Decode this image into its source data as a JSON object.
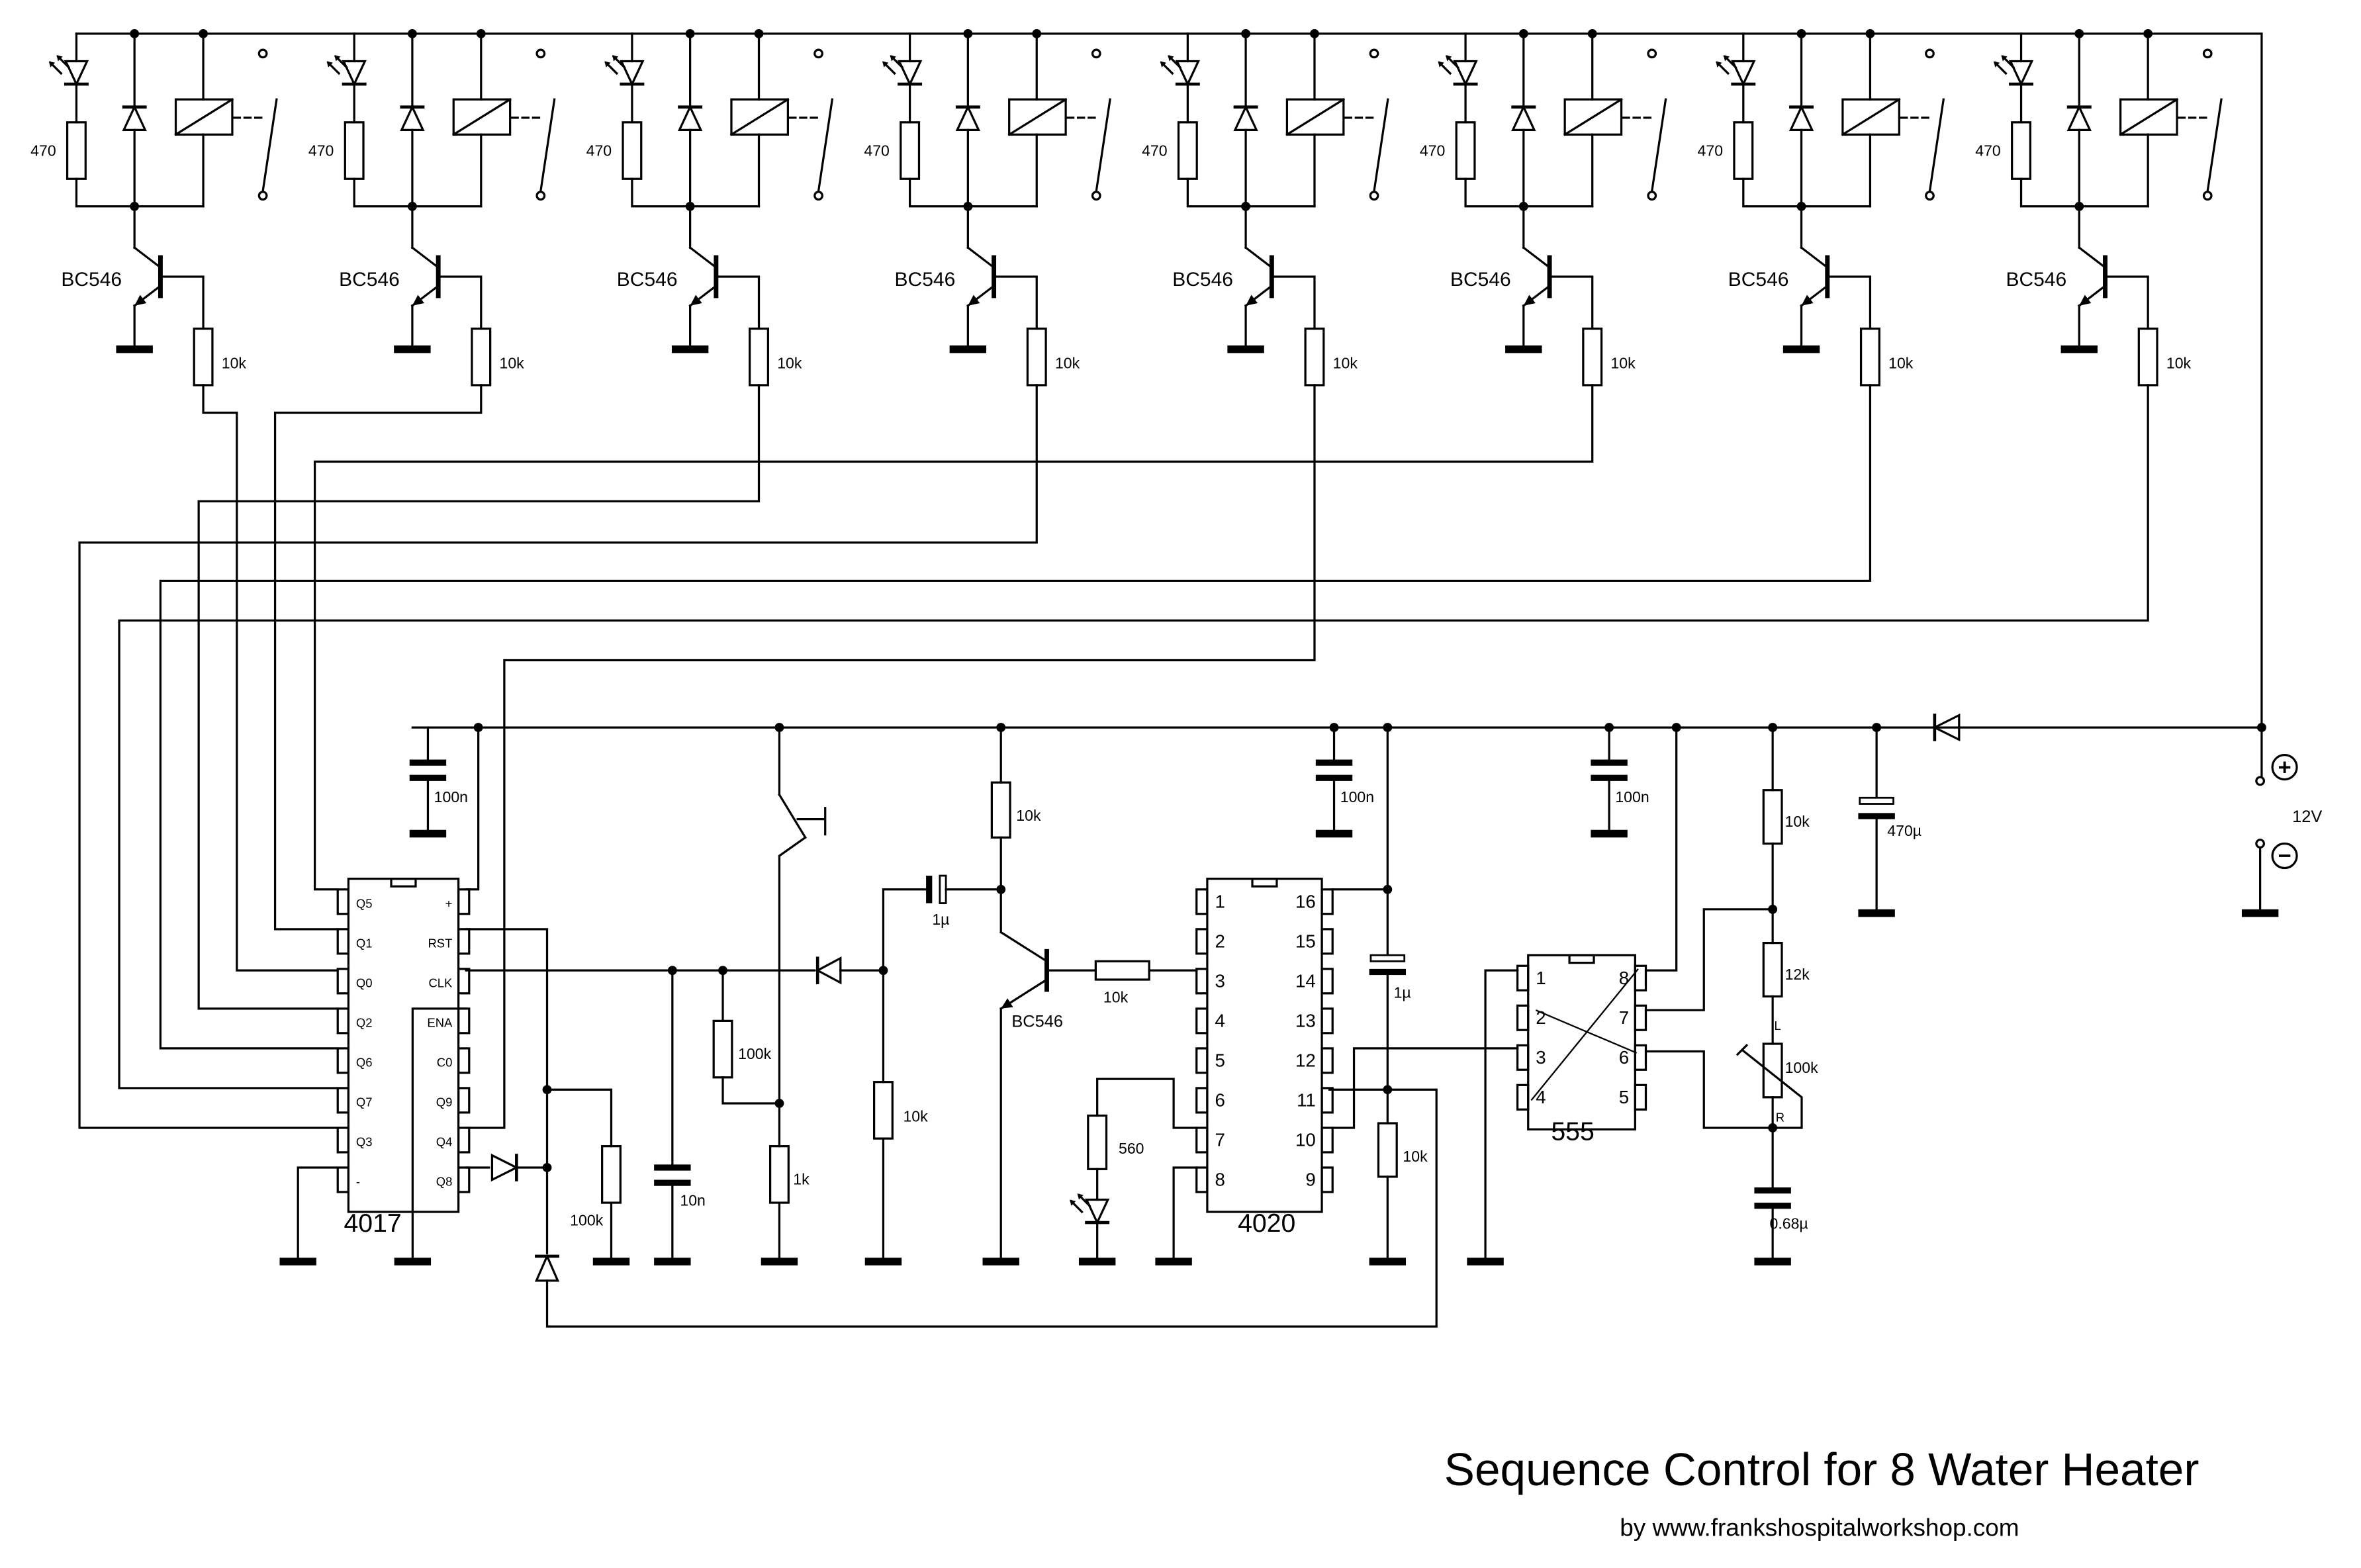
{
  "title": "Sequence Control for 8 Water Heater",
  "credit": "by  www.frankshospitalworkshop.com",
  "colors": {
    "ink": "#000000",
    "background": "#ffffff"
  },
  "stages": [
    {
      "led_resistor": "470",
      "transistor": "BC546",
      "base_resistor": "10k"
    },
    {
      "led_resistor": "470",
      "transistor": "BC546",
      "base_resistor": "10k"
    },
    {
      "led_resistor": "470",
      "transistor": "BC546",
      "base_resistor": "10k"
    },
    {
      "led_resistor": "470",
      "transistor": "BC546",
      "base_resistor": "10k"
    },
    {
      "led_resistor": "470",
      "transistor": "BC546",
      "base_resistor": "10k"
    },
    {
      "led_resistor": "470",
      "transistor": "BC546",
      "base_resistor": "10k"
    },
    {
      "led_resistor": "470",
      "transistor": "BC546",
      "base_resistor": "10k"
    },
    {
      "led_resistor": "470",
      "transistor": "BC546",
      "base_resistor": "10k"
    }
  ],
  "ic4017": {
    "name": "4017",
    "left_pins": [
      "Q5",
      "Q1",
      "Q0",
      "Q2",
      "Q6",
      "Q7",
      "Q3",
      "-"
    ],
    "right_pins": [
      "+",
      "RST",
      "CLK",
      "ENA",
      "C0",
      "Q9",
      "Q4",
      "Q8"
    ]
  },
  "ic4020": {
    "name": "4020",
    "left_pins": [
      "1",
      "2",
      "3",
      "4",
      "5",
      "6",
      "7",
      "8"
    ],
    "right_pins": [
      "16",
      "15",
      "14",
      "13",
      "12",
      "11",
      "10",
      "9"
    ]
  },
  "ic555": {
    "name": "555",
    "left_pins": [
      "1",
      "2",
      "3",
      "4"
    ],
    "right_pins": [
      "8",
      "7",
      "6",
      "5"
    ]
  },
  "components": {
    "c1": "100n",
    "c2": "100n",
    "c3": "100n",
    "r_rst": "100k",
    "c_clk": "10n",
    "r_clk": "100k",
    "r_sw": "1k",
    "c_couple": "1µ",
    "r_couple": "10k",
    "r_coll": "10k",
    "q_driver": "BC546",
    "r_base": "10k",
    "r_led": "560",
    "c_timing": "1µ",
    "r_reset": "10k",
    "r_555a": "10k",
    "r_555b": "12k",
    "pot": "100k",
    "pot_l": "L",
    "pot_r": "R",
    "c_555": "0.68µ",
    "c_bulk": "470µ",
    "supply_voltage": "12V",
    "supply_plus": "+",
    "supply_minus": "−"
  }
}
